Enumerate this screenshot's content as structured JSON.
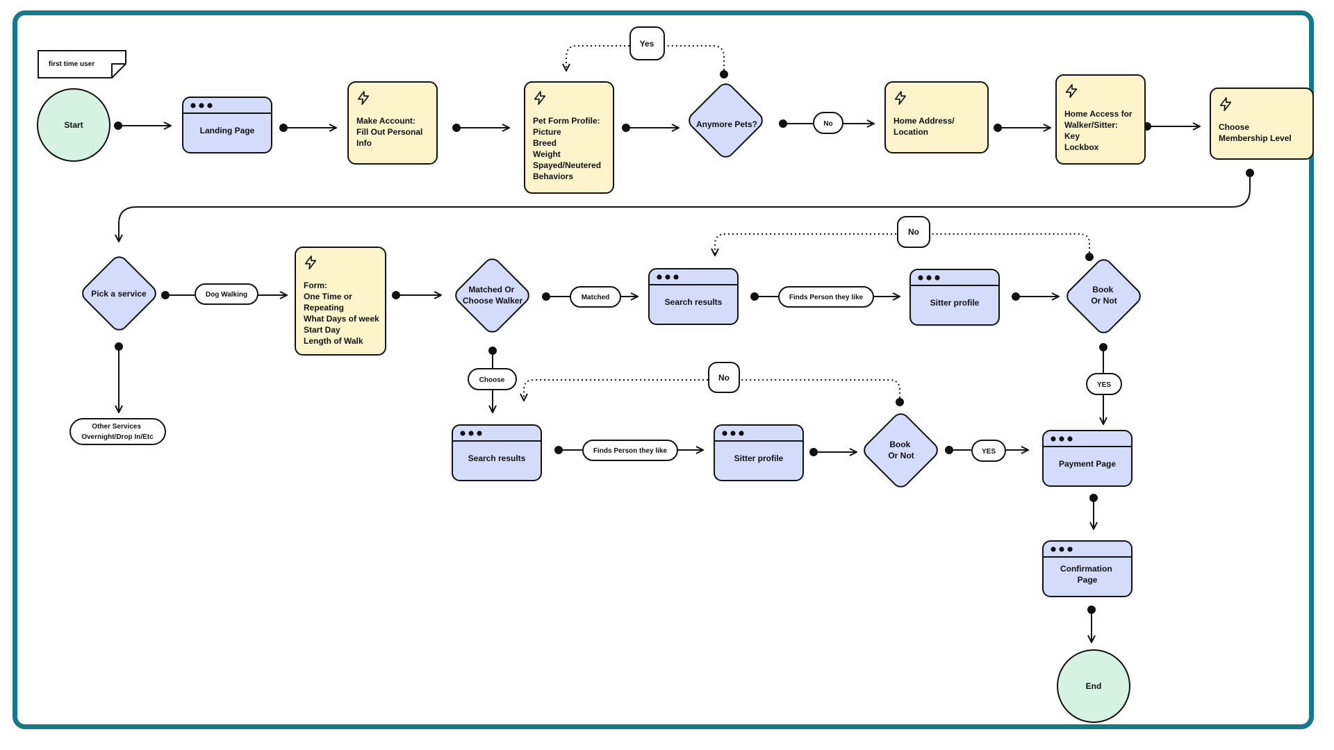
{
  "colors": {
    "frame": "#147a8a",
    "start_end": "#d5f2e2",
    "page": "#d3dcfb",
    "action": "#fdf4cc",
    "decision": "#d3dcfb",
    "stroke": "#111111"
  },
  "note": "first time user",
  "nodes": {
    "start": "Start",
    "landing": "Landing Page",
    "make_account": [
      "Make Account:",
      "Fill Out Personal",
      "Info"
    ],
    "pet_form": [
      "Pet Form Profile:",
      "Picture",
      "Breed",
      "Weight",
      "Spayed/Neutered",
      "Behaviors"
    ],
    "anymore_pets": "Anymore Pets?",
    "home_address": [
      "Home Address/",
      "Location"
    ],
    "home_access": [
      "Home Access for",
      "Walker/Sitter:",
      "Key",
      "Lockbox"
    ],
    "membership": [
      "Choose",
      "Membership Level"
    ],
    "pick_service": "Pick a service",
    "walk_form": [
      "Form:",
      "One Time or",
      "Repeating",
      "What Days of week",
      "Start Day",
      "Length of Walk"
    ],
    "matched_or_choose": [
      "Matched Or",
      "Choose Walker"
    ],
    "search_results_1": "Search results",
    "sitter_profile_1": "Sitter profile",
    "book_1": [
      "Book",
      "Or Not"
    ],
    "other_services": [
      "Other Services",
      "Overnight/Drop In/Etc"
    ],
    "search_results_2": "Search results",
    "sitter_profile_2": "Sitter profile",
    "book_2": [
      "Book",
      "Or Not"
    ],
    "payment": "Payment Page",
    "confirmation": [
      "Confirmation",
      "Page"
    ],
    "end": "End"
  },
  "edge_labels": {
    "yes_pets": "Yes",
    "no_pets": "No",
    "dog_walking": "Dog Walking",
    "matched": "Matched",
    "finds_person_1": "Finds Person they like",
    "no_book_1": "No",
    "choose": "Choose",
    "no_book_2": "No",
    "finds_person_2": "Finds Person they like",
    "yes_book_1": "YES",
    "yes_book_2": "YES"
  }
}
